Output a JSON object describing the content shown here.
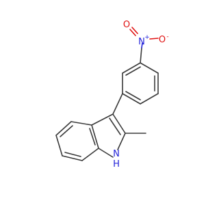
{
  "molecule": {
    "atoms": {
      "nitrogen_nitro": "N",
      "nitro_plus": "+",
      "oxygen_top": "O",
      "oxygen_right": "O",
      "oxygen_minus": "-",
      "nitrogen_indole": "N",
      "indole_h": "H"
    },
    "colors": {
      "bond": "#3a3a3a",
      "nitrogen": "#1f1fd8",
      "oxygen": "#e01010"
    }
  }
}
